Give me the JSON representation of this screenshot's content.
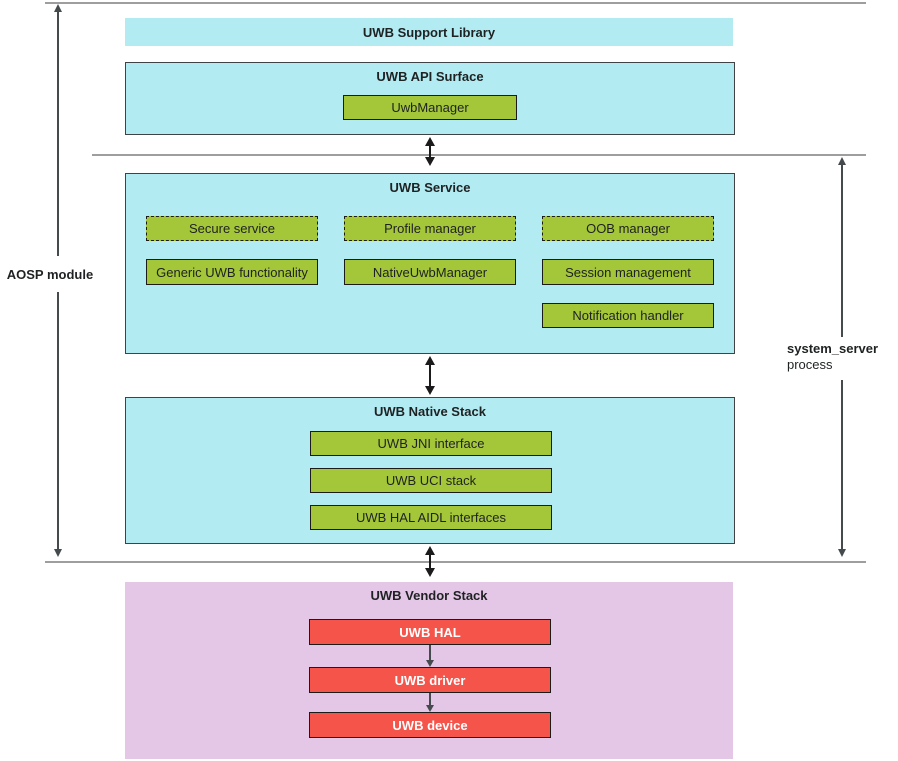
{
  "side_labels": {
    "aosp": "AOSP module",
    "system_server": "system_server",
    "process": "process"
  },
  "support_library": {
    "title": "UWB Support Library"
  },
  "api_surface": {
    "title": "UWB API Surface",
    "manager": "UwbManager"
  },
  "service": {
    "title": "UWB Service",
    "dashed": [
      "Secure service",
      "Profile manager",
      "OOB manager"
    ],
    "solid": [
      "Generic UWB functionality",
      "NativeUwbManager",
      "Session management"
    ],
    "extra": "Notification handler"
  },
  "native_stack": {
    "title": "UWB Native Stack",
    "layers": [
      "UWB JNI interface",
      "UWB UCI stack",
      "UWB HAL AIDL interfaces"
    ]
  },
  "vendor_stack": {
    "title": "UWB Vendor Stack",
    "layers": [
      "UWB HAL",
      "UWB driver",
      "UWB device"
    ]
  },
  "colors": {
    "cyan_fill": "#b2ebf2",
    "green_fill": "#a4c639",
    "lavender_fill": "#e4c6e7",
    "red_fill": "#f4544a",
    "box_border": "#3f4346",
    "separator_line": "#9e9e9e",
    "arrow_black": "#1b1b1b",
    "arrow_gray": "#454a4d"
  }
}
